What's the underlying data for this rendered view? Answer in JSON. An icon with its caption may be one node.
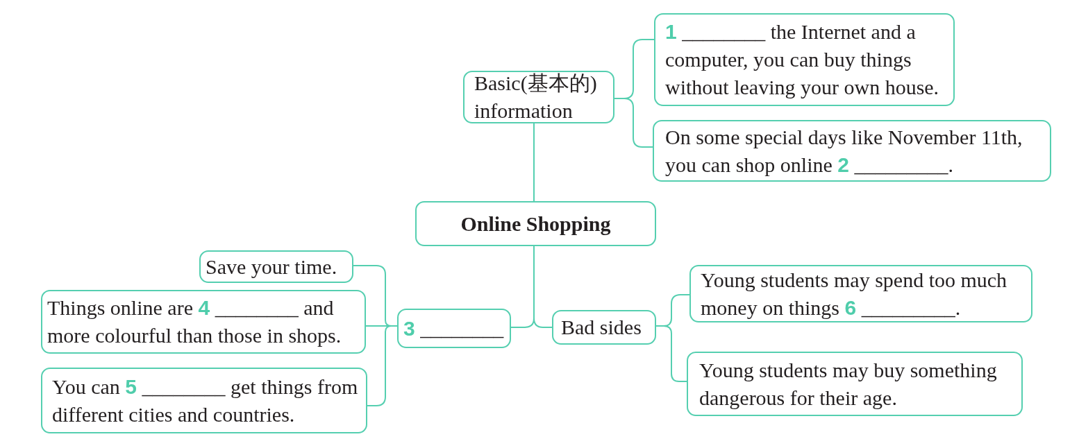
{
  "diagram": {
    "nodes": [
      {
        "text": [
          "Basic(基本的) information"
        ]
      },
      {
        "text": [
          "**1** ________ the Internet and a computer, you can buy things without leaving your own house."
        ]
      },
      {
        "text": [
          "On some special days like November 11th, you can shop online **2** _________."
        ]
      },
      {
        "text": [
          "Online Shopping"
        ]
      },
      {
        "text": [
          "Save your time."
        ]
      },
      {
        "text": [
          "Things online are **4** ________ and more colourful than those in shops."
        ]
      },
      {
        "text": [
          "You can **5** ________ get things from different cities and countries."
        ]
      },
      {
        "text": [
          "**3** ________"
        ]
      },
      {
        "text": [
          "Bad sides"
        ]
      },
      {
        "text": [
          "Young students may spend too much money on things **6** _________."
        ]
      },
      {
        "text": [
          "Young students may buy something dangerous for their age."
        ]
      }
    ],
    "edges": [
      {
        "from": 3,
        "to": 0,
        "arrow": "none"
      },
      {
        "from": 0,
        "to": 1,
        "arrow": "none"
      },
      {
        "from": 0,
        "to": 2,
        "arrow": "none"
      },
      {
        "from": 3,
        "to": 7,
        "arrow": "none"
      },
      {
        "from": 3,
        "to": 8,
        "arrow": "none"
      },
      {
        "from": 7,
        "to": 4,
        "arrow": "none"
      },
      {
        "from": 7,
        "to": 5,
        "arrow": "none"
      },
      {
        "from": 7,
        "to": 6,
        "arrow": "none"
      },
      {
        "from": 8,
        "to": 9,
        "arrow": "none"
      },
      {
        "from": 8,
        "to": 10,
        "arrow": "none"
      }
    ]
  }
}
